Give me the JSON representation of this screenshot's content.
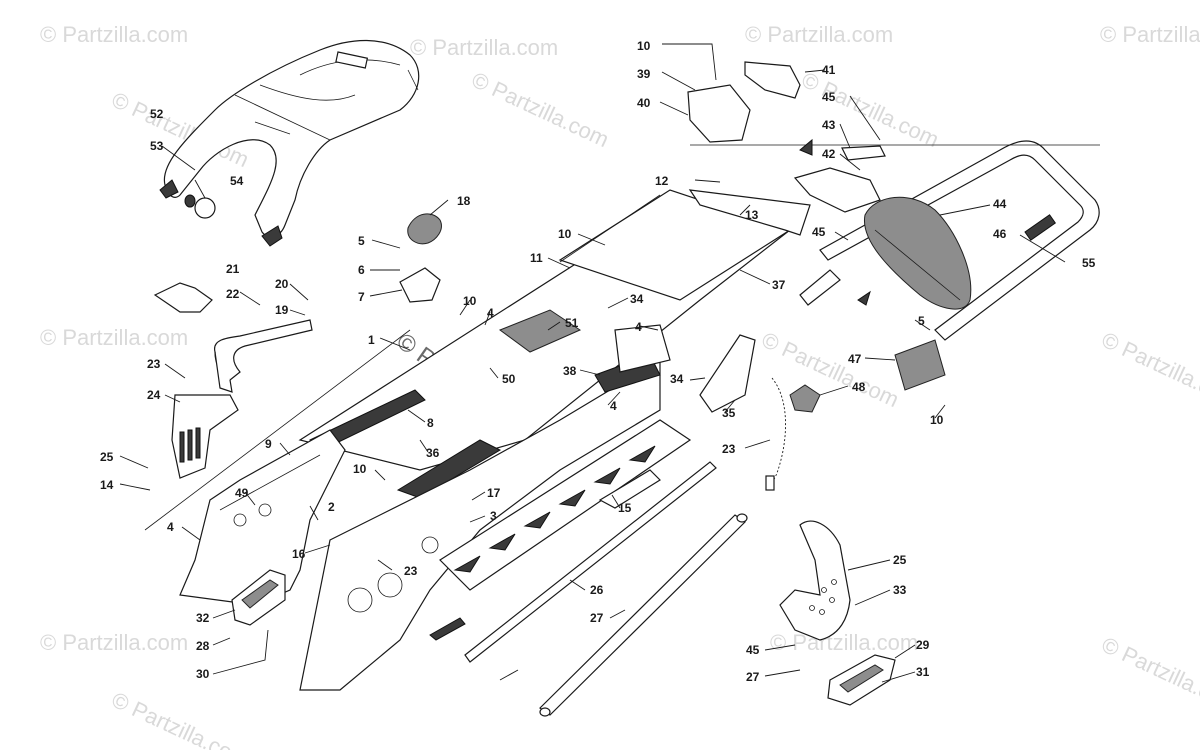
{
  "watermark": {
    "text": "© Partzilla.com",
    "main_text": "© Partzilla.com"
  },
  "callouts": [
    {
      "id": "c10a",
      "text": "10"
    },
    {
      "id": "c39",
      "text": "39"
    },
    {
      "id": "c40",
      "text": "40"
    },
    {
      "id": "c41",
      "text": "41"
    },
    {
      "id": "c45a",
      "text": "45"
    },
    {
      "id": "c43",
      "text": "43"
    },
    {
      "id": "c42",
      "text": "42"
    },
    {
      "id": "c52",
      "text": "52"
    },
    {
      "id": "c53",
      "text": "53"
    },
    {
      "id": "c54",
      "text": "54"
    },
    {
      "id": "c18",
      "text": "18"
    },
    {
      "id": "c12",
      "text": "12"
    },
    {
      "id": "c13",
      "text": "13"
    },
    {
      "id": "c45b",
      "text": "45"
    },
    {
      "id": "c44",
      "text": "44"
    },
    {
      "id": "c46",
      "text": "46"
    },
    {
      "id": "c55",
      "text": "55"
    },
    {
      "id": "c5a",
      "text": "5"
    },
    {
      "id": "c6",
      "text": "6"
    },
    {
      "id": "c7",
      "text": "7"
    },
    {
      "id": "c10b",
      "text": "10"
    },
    {
      "id": "c11",
      "text": "11"
    },
    {
      "id": "c37",
      "text": "37"
    },
    {
      "id": "c21",
      "text": "21"
    },
    {
      "id": "c22",
      "text": "22"
    },
    {
      "id": "c20",
      "text": "20"
    },
    {
      "id": "c19",
      "text": "19"
    },
    {
      "id": "c10c",
      "text": "10"
    },
    {
      "id": "c4a",
      "text": "4"
    },
    {
      "id": "c34a",
      "text": "34"
    },
    {
      "id": "c51",
      "text": "51"
    },
    {
      "id": "c4b",
      "text": "4"
    },
    {
      "id": "c5b",
      "text": "5"
    },
    {
      "id": "c1",
      "text": "1"
    },
    {
      "id": "c50",
      "text": "50"
    },
    {
      "id": "c38",
      "text": "38"
    },
    {
      "id": "c34b",
      "text": "34"
    },
    {
      "id": "c47",
      "text": "47"
    },
    {
      "id": "c23a",
      "text": "23"
    },
    {
      "id": "c24",
      "text": "24"
    },
    {
      "id": "c8",
      "text": "8"
    },
    {
      "id": "c4c",
      "text": "4"
    },
    {
      "id": "c35",
      "text": "35"
    },
    {
      "id": "c48",
      "text": "48"
    },
    {
      "id": "c10d",
      "text": "10"
    },
    {
      "id": "c9",
      "text": "9"
    },
    {
      "id": "c36",
      "text": "36"
    },
    {
      "id": "c23b",
      "text": "23"
    },
    {
      "id": "c25a",
      "text": "25"
    },
    {
      "id": "c14",
      "text": "14"
    },
    {
      "id": "c49",
      "text": "49"
    },
    {
      "id": "c10e",
      "text": "10"
    },
    {
      "id": "c17",
      "text": "17"
    },
    {
      "id": "c2",
      "text": "2"
    },
    {
      "id": "c4d",
      "text": "4"
    },
    {
      "id": "c3",
      "text": "3"
    },
    {
      "id": "c15",
      "text": "15"
    },
    {
      "id": "c16",
      "text": "16"
    },
    {
      "id": "c23c",
      "text": "23"
    },
    {
      "id": "c25b",
      "text": "25"
    },
    {
      "id": "c33",
      "text": "33"
    },
    {
      "id": "c26",
      "text": "26"
    },
    {
      "id": "c32",
      "text": "32"
    },
    {
      "id": "c27a",
      "text": "27"
    },
    {
      "id": "c28",
      "text": "28"
    },
    {
      "id": "c29",
      "text": "29"
    },
    {
      "id": "c45c",
      "text": "45"
    },
    {
      "id": "c30",
      "text": "30"
    },
    {
      "id": "c27b",
      "text": "27"
    },
    {
      "id": "c31",
      "text": "31"
    }
  ]
}
